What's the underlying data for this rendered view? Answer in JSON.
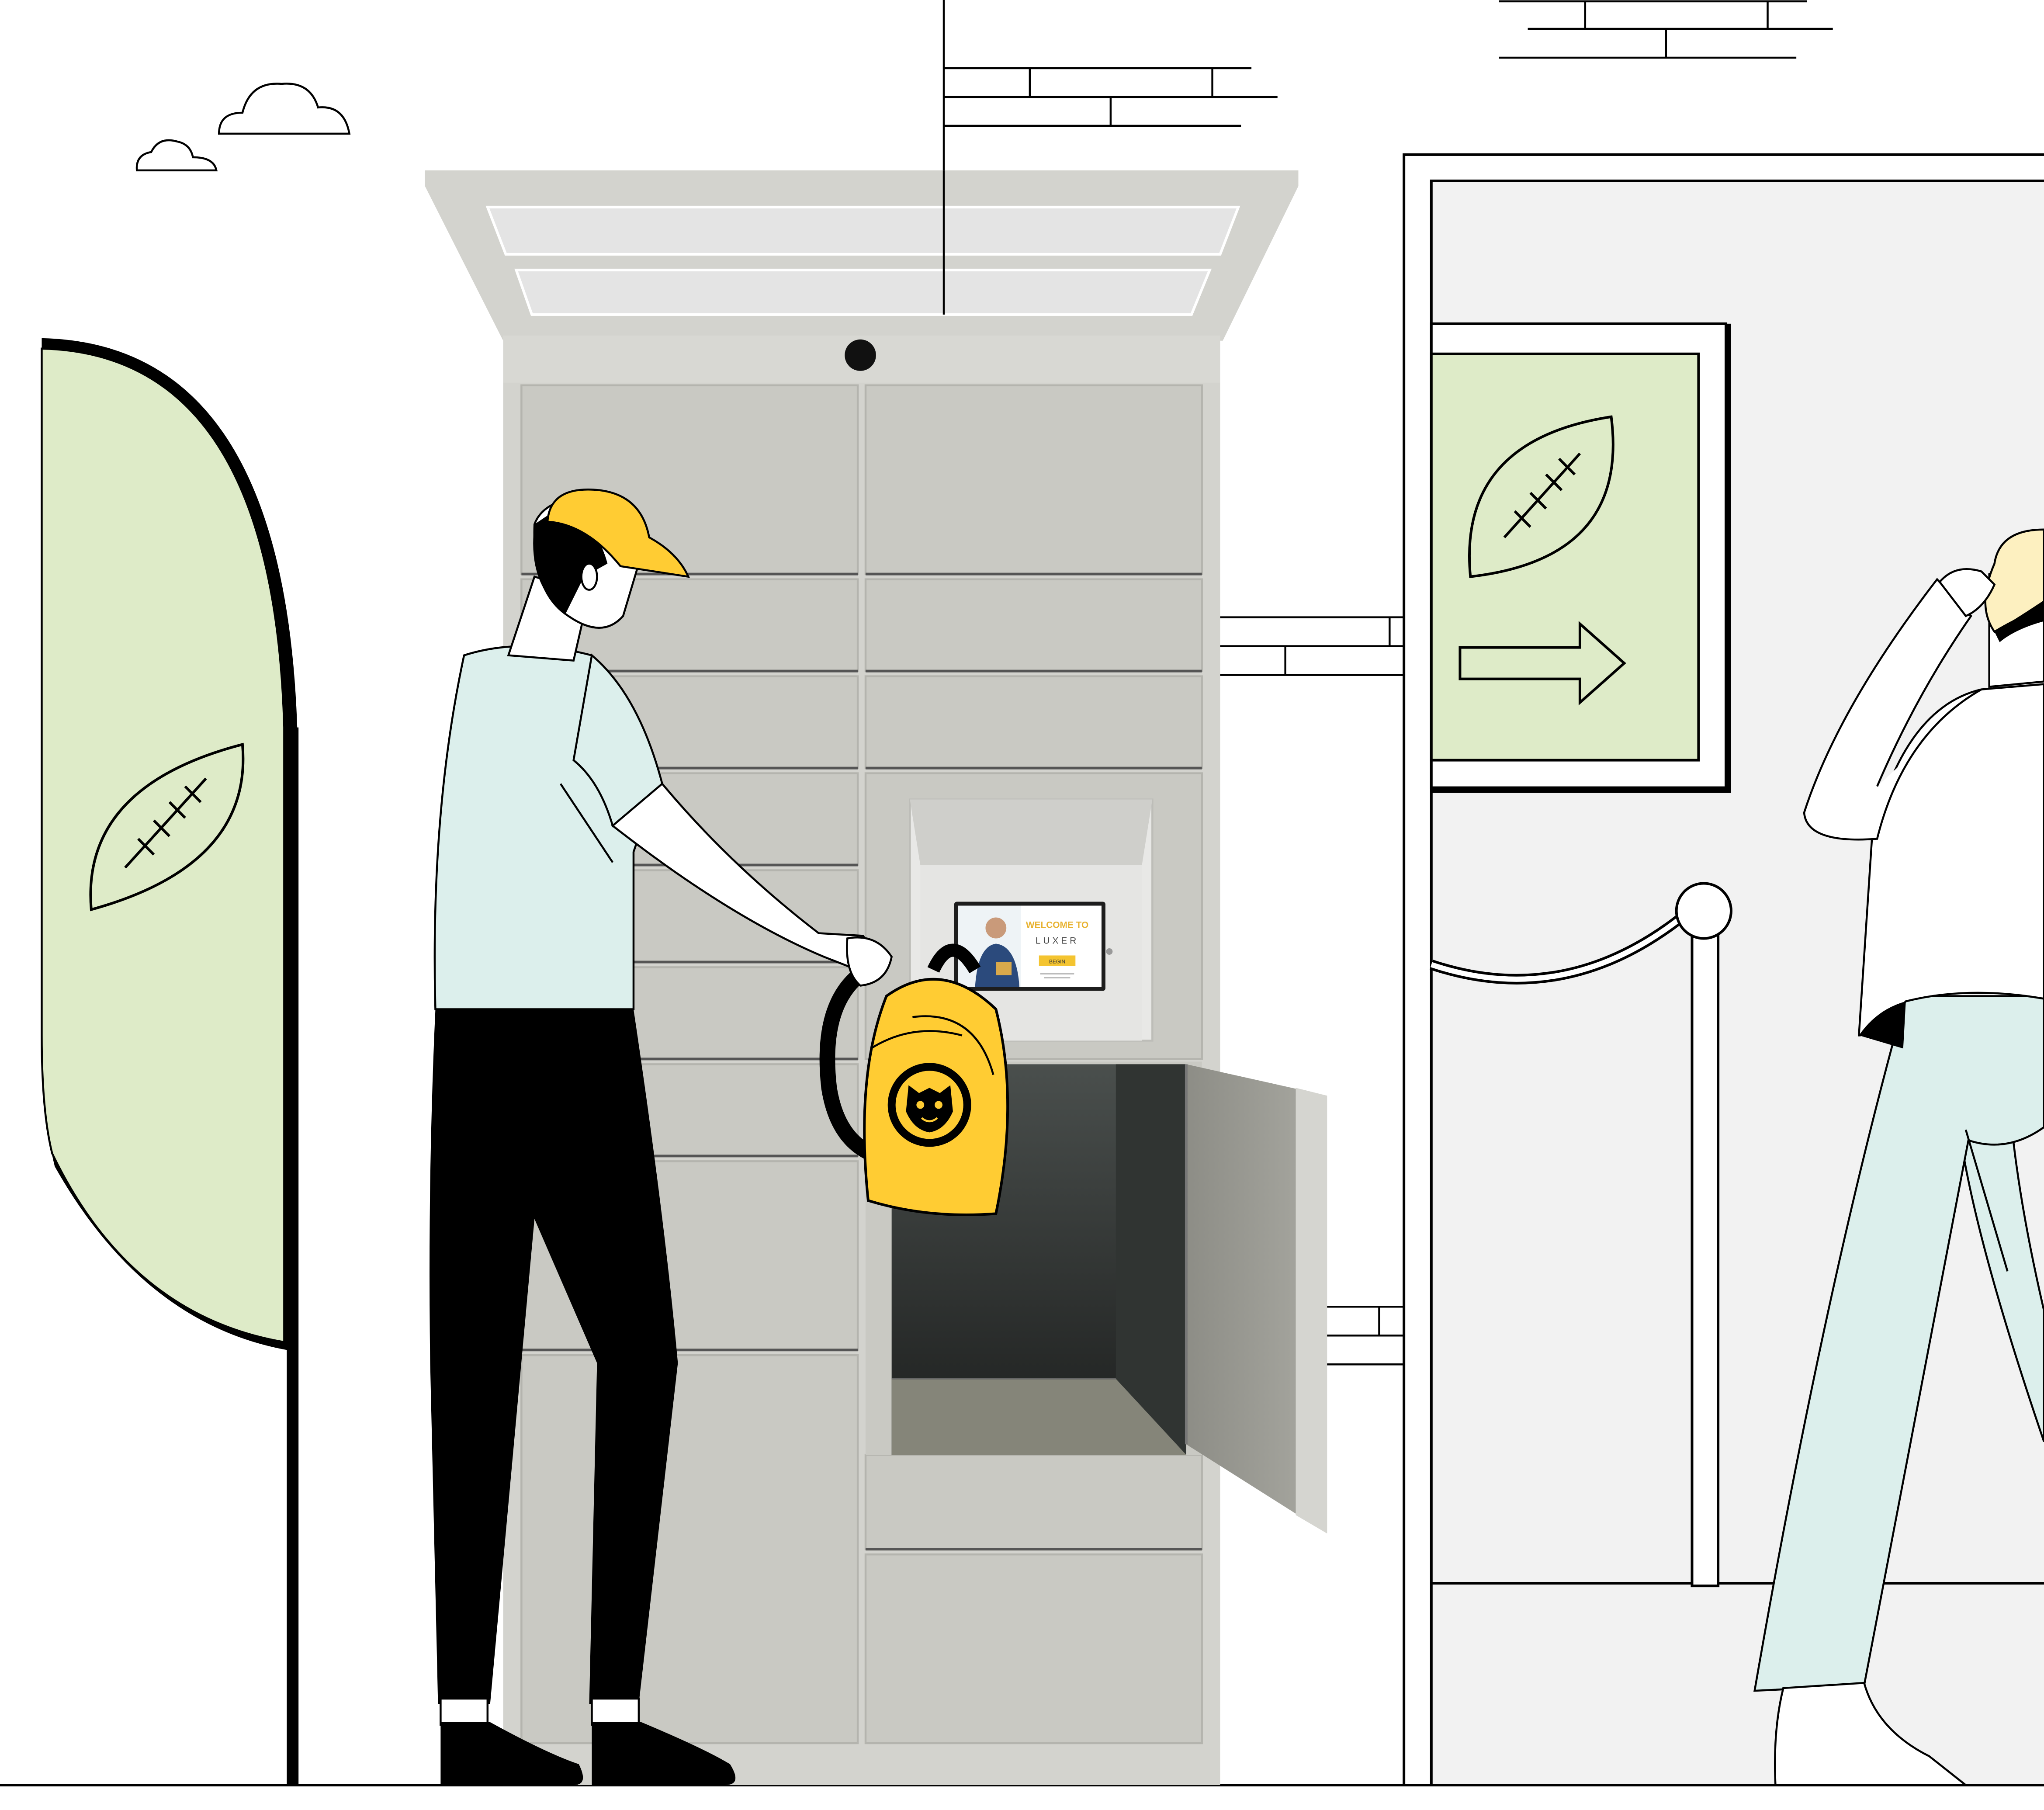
{
  "screen": {
    "welcome_text": "WELCOME TO",
    "brand_text": "LUXER",
    "button_label": "BEGIN"
  },
  "colors": {
    "yellow": "#FFCC33",
    "mint": "#DCEFEC",
    "leaf_green": "#DEEBC8",
    "locker_gray": "#D3D3CE",
    "locker_dark": "#2B2F2D",
    "wall_gray": "#F2F2F2",
    "ink": "#000000"
  },
  "icons": {
    "sign_football": "football-icon",
    "sign_arrow": "arrow-right-icon",
    "banner_football": "football-icon",
    "backpack_logo": "bulldog-icon"
  }
}
